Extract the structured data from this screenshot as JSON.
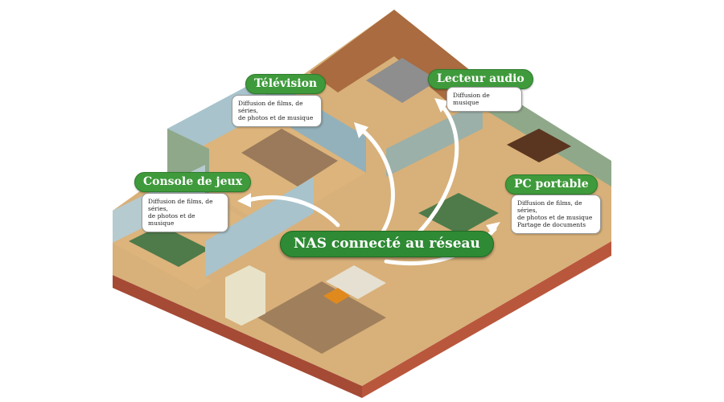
{
  "nas": {
    "label": "NAS connecté au réseau"
  },
  "callouts": {
    "tv": {
      "title": "Télévision",
      "desc": "Diffusion de films, de séries,\nde photos et de musique"
    },
    "audio": {
      "title": "Lecteur audio",
      "desc": "Diffusion de musique"
    },
    "console": {
      "title": "Console de jeux",
      "desc": "Diffusion de films, de séries,\nde photos et de musique"
    },
    "pc": {
      "title": "PC portable",
      "desc": "Diffusion de films, de séries,\nde photos et de musique\nPartage de documents"
    }
  },
  "colors": {
    "accent_green": "#3f9a3c",
    "nas_green": "#2e8a34",
    "floor_wood": "#d9b27a",
    "brick": "#b0503a",
    "wall_blue": "#a8c3cc",
    "wall_green": "#8fa88a",
    "arrow": "#ffffff"
  }
}
